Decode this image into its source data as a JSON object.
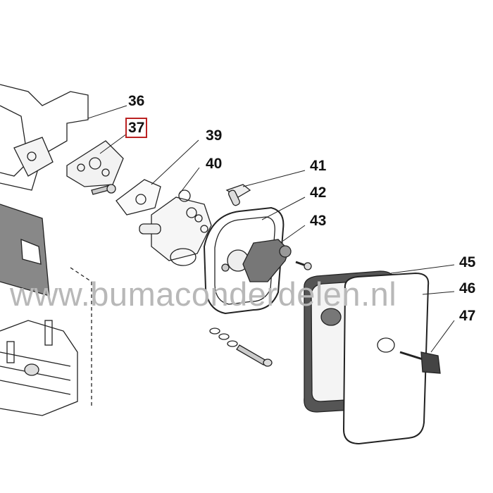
{
  "watermark": "www.bumaconderdelen.nl",
  "highlight_color": "#b22222",
  "callouts": [
    {
      "number": "36",
      "highlighted": false
    },
    {
      "number": "37",
      "highlighted": true
    },
    {
      "number": "39",
      "highlighted": false
    },
    {
      "number": "40",
      "highlighted": false
    },
    {
      "number": "41",
      "highlighted": false
    },
    {
      "number": "42",
      "highlighted": false
    },
    {
      "number": "43",
      "highlighted": false
    },
    {
      "number": "45",
      "highlighted": false
    },
    {
      "number": "46",
      "highlighted": false
    },
    {
      "number": "47",
      "highlighted": false
    }
  ]
}
